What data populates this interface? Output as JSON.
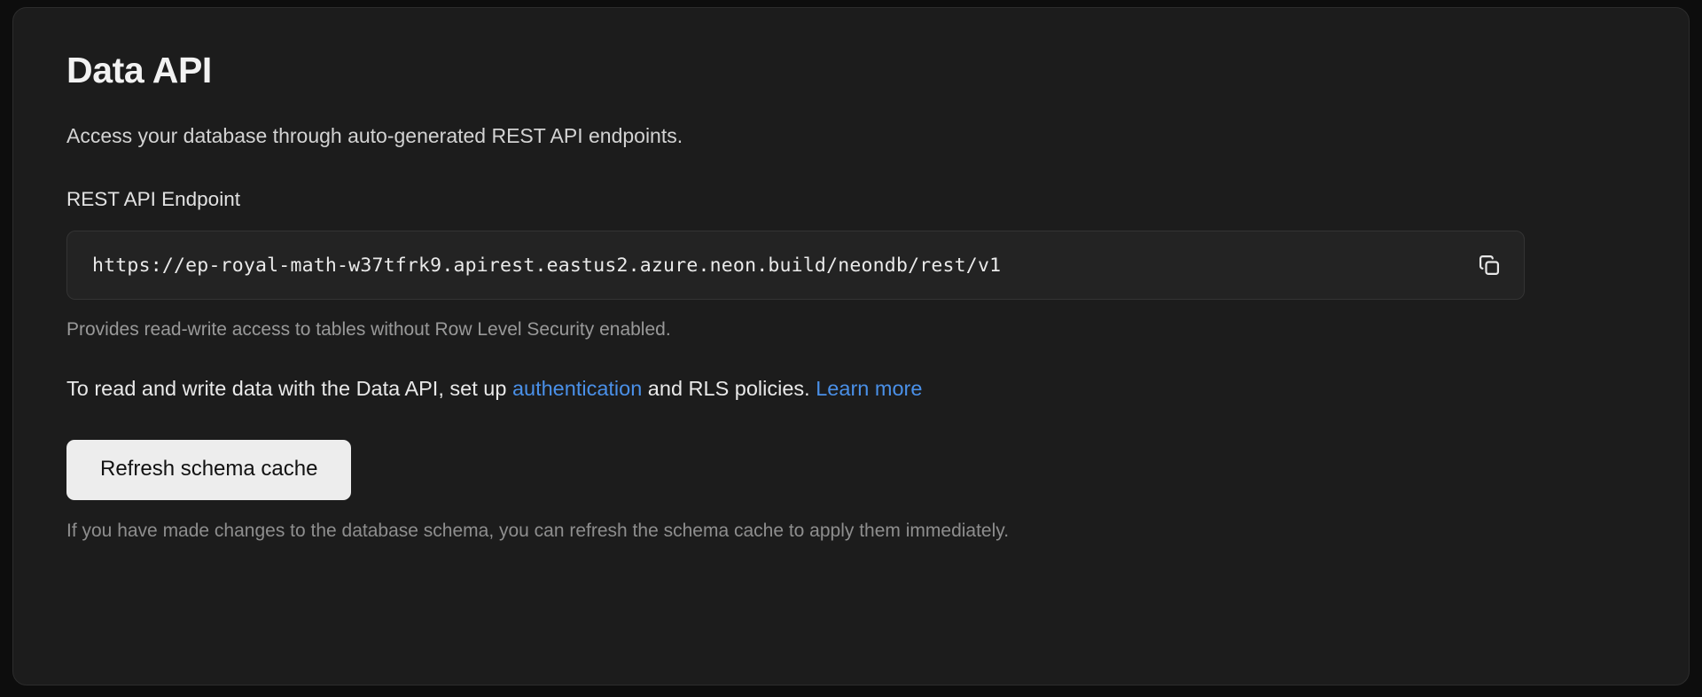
{
  "card": {
    "title": "Data API",
    "subtitle": "Access your database through auto-generated REST API endpoints.",
    "endpoint_field": {
      "label": "REST API Endpoint",
      "value": "https://ep-royal-math-w37tfrk9.apirest.eastus2.azure.neon.build/neondb/rest/v1",
      "placeholder": "https://",
      "copy_icon": "copy-icon",
      "help_text": "Provides read-write access to tables without Row Level Security enabled."
    },
    "info_line": {
      "prefix": "To read and write data with the Data API, set up ",
      "link_auth": "authentication",
      "middle": " and RLS policies. ",
      "link_learn_more": "Learn more"
    },
    "action": {
      "button_label": "Refresh schema cache",
      "help_text": "If you have made changes to the database schema, you can refresh the schema cache to apply them immediately."
    }
  },
  "colors": {
    "page_background": "#0d0d0d",
    "card_background": "#1c1c1c",
    "card_border": "#2c2c2c",
    "input_background": "#232323",
    "input_border": "#343434",
    "link": "#4a90e8",
    "button_background": "#ededed",
    "button_text": "#121212",
    "title_text": "#f2f2f2",
    "muted_text": "#999999"
  }
}
